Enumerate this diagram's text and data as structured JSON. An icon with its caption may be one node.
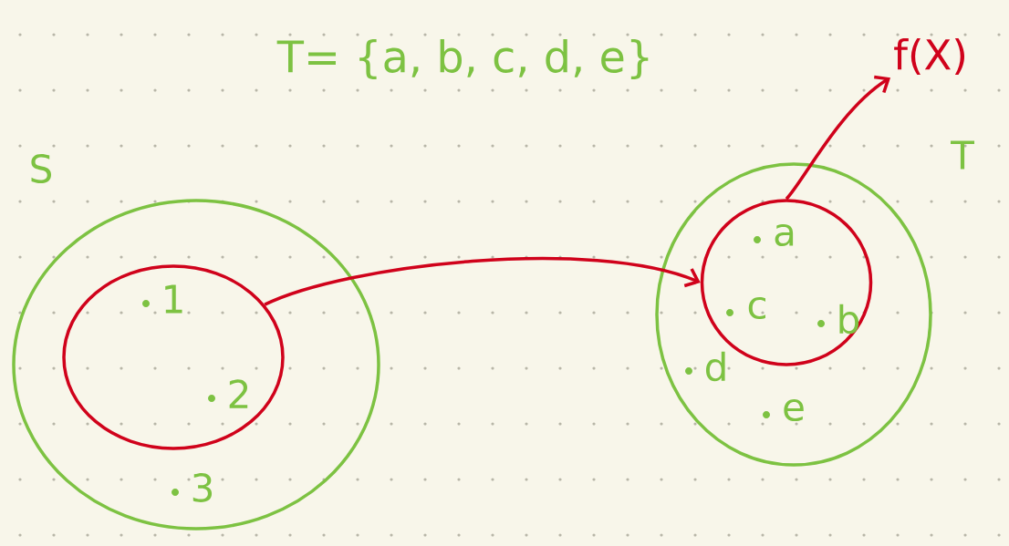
{
  "diagram": {
    "title": "T= {a, b, c, d, e}",
    "nodes": [
      {
        "text": [
          "S",
          "3"
        ]
      },
      {
        "text": [
          "1",
          "2"
        ],
        "in": 0
      },
      {
        "text": [
          "T",
          "d",
          "e"
        ]
      },
      {
        "text": [
          "a",
          "c",
          "b"
        ],
        "in": 2
      },
      {
        "text": [
          "f(X)"
        ]
      }
    ],
    "edges": [
      {
        "from": 1,
        "to": 3,
        "arrow": "to"
      },
      {
        "from": 3,
        "to": 4,
        "arrow": "to"
      }
    ]
  }
}
